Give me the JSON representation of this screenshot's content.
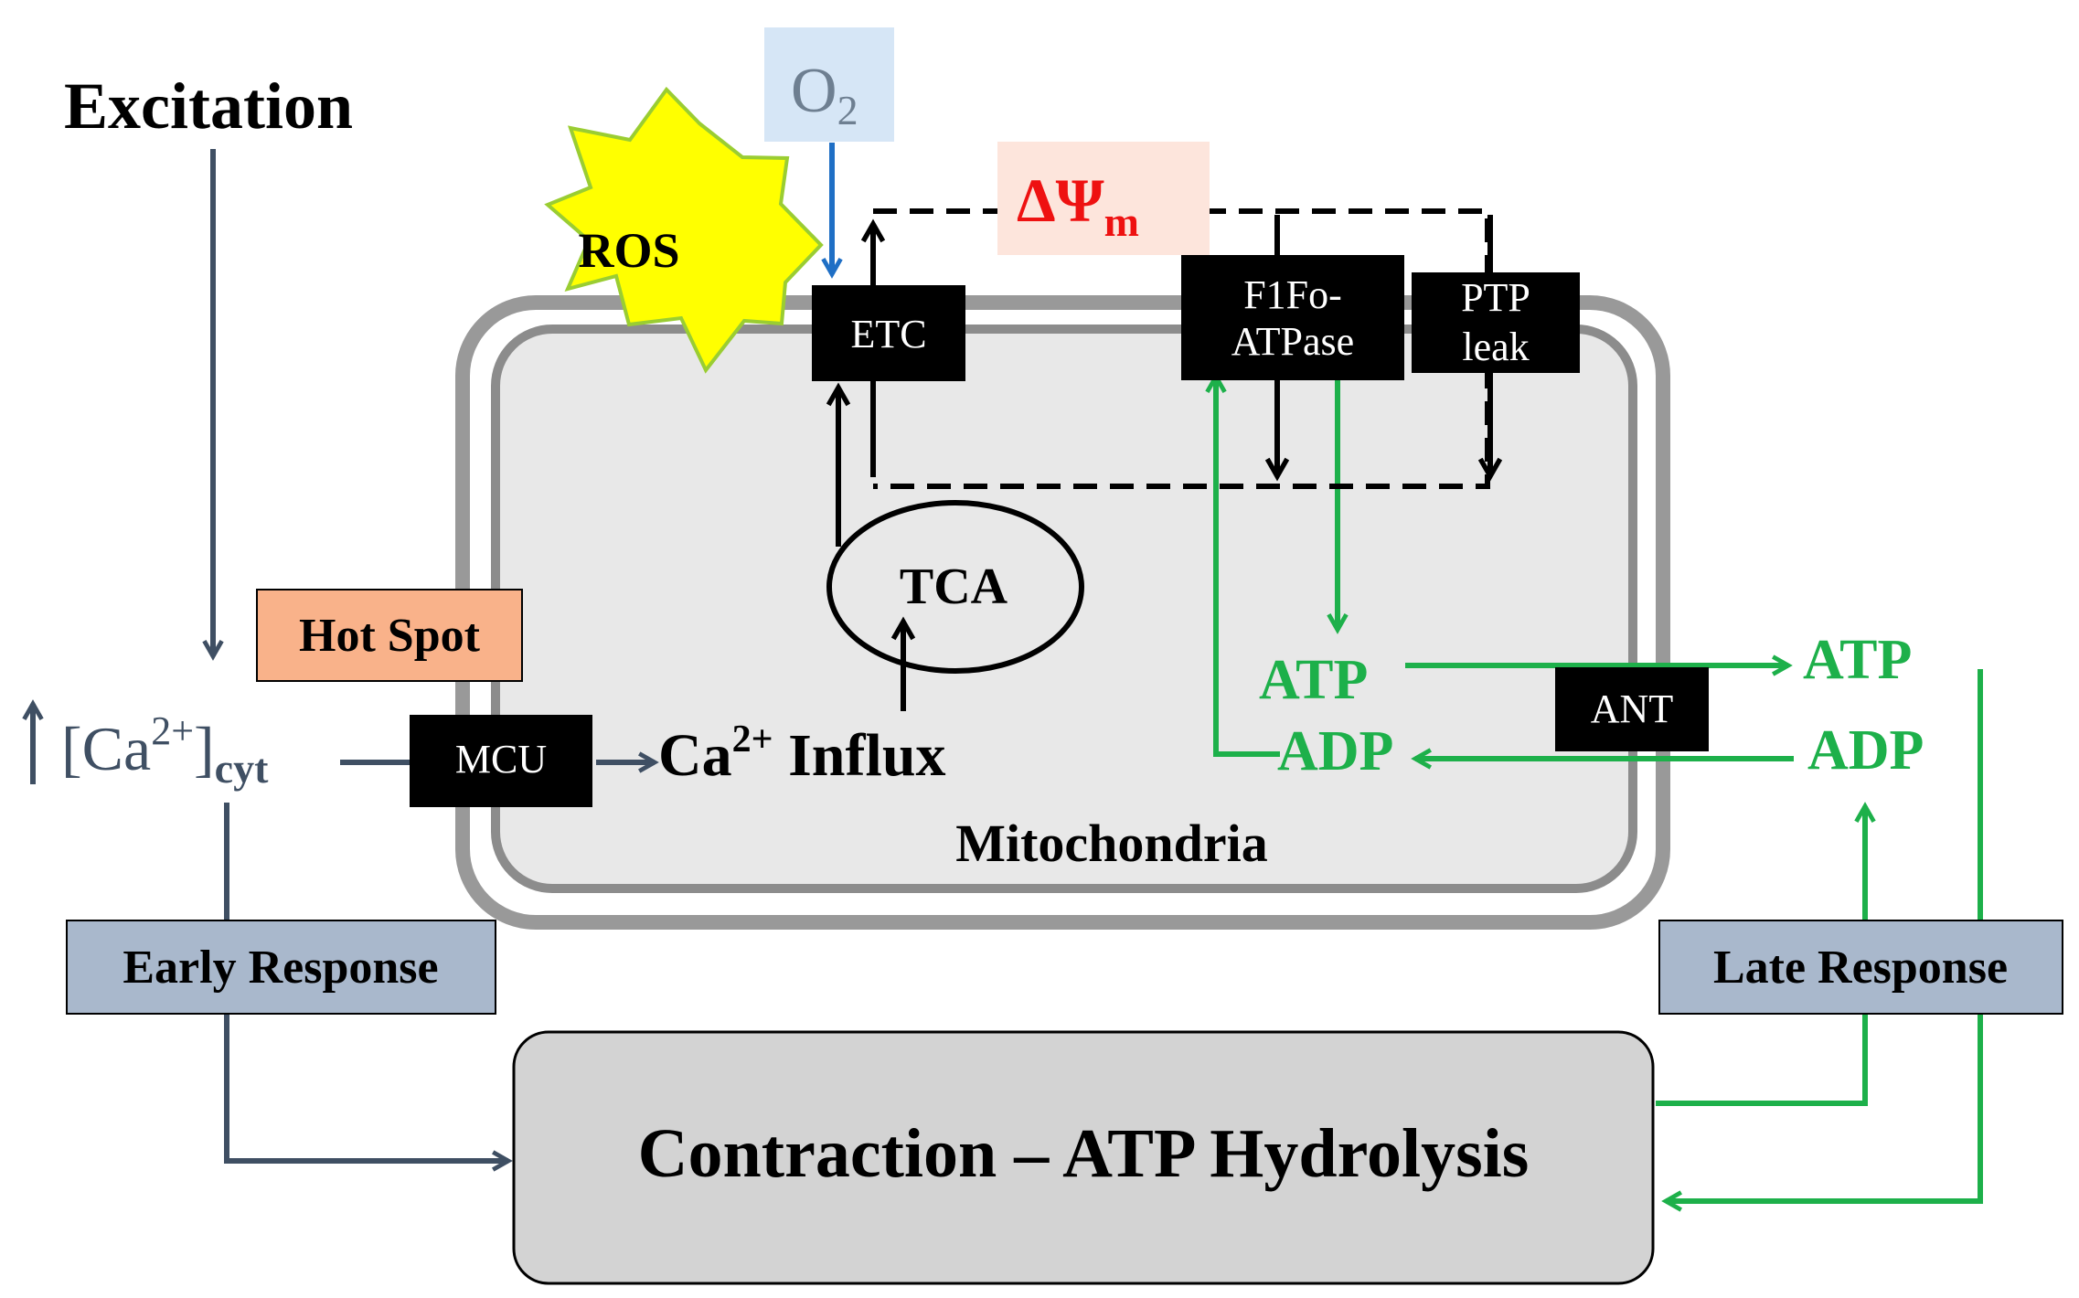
{
  "labels": {
    "excitation": "Excitation",
    "oxygen": "O",
    "oxygen_sub": "2",
    "ros": "ROS",
    "delta_psi": "ΔΨ",
    "delta_psi_sub": "m",
    "etc": "ETC",
    "f1fo_line1": "F1Fo-",
    "f1fo_line2": "ATPase",
    "ptp_line1": "PTP",
    "ptp_line2": "leak",
    "tca": "TCA",
    "hot_spot": "Hot Spot",
    "ca_cyt_prefix": "[Ca",
    "ca_cyt_sup": "2+",
    "ca_cyt_close": "]",
    "ca_cyt_sub": "cyt",
    "mcu": "MCU",
    "ca_influx_prefix": "Ca",
    "ca_influx_sup": "2+",
    "ca_influx_suffix": " Influx",
    "atp_inner": "ATP",
    "adp_inner": "ADP",
    "ant": "ANT",
    "atp_outer": "ATP",
    "adp_outer": "ADP",
    "mitochondria": "Mitochondria",
    "early_response": "Early Response",
    "late_response": "Late Response",
    "contraction": "Contraction – ATP Hydrolysis"
  },
  "colors": {
    "slate": "#3f4f63",
    "green": "#1db04a",
    "black": "#000000",
    "blue": "#1f6fc5",
    "red": "#ee1111",
    "ros_fill": "#ffff00",
    "ros_stroke": "#9acd32",
    "hot_spot_fill": "#f9b28a",
    "response_fill": "#a9b8cc",
    "o2_fill": "#d6e6f6",
    "delta_fill": "#fde5dc",
    "mito_fill": "#e8e8e8",
    "contraction_fill": "#d3d3d3"
  }
}
